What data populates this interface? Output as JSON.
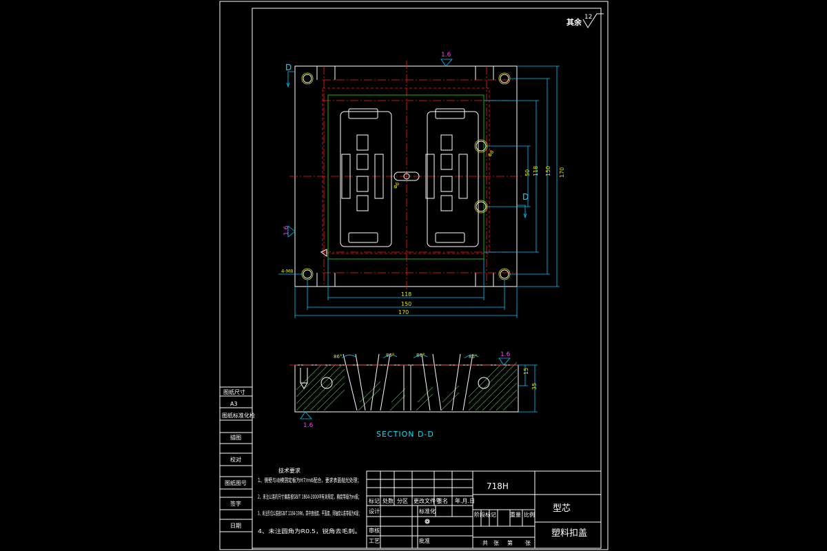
{
  "title_block": {
    "material": "718H",
    "part_name": "型芯",
    "product_name": "塑料扣盖",
    "left_column_labels": [
      "图纸尺寸",
      "A3",
      "图纸标准化检",
      "描图",
      "校对",
      "图纸图号",
      "签字",
      "日期"
    ],
    "row_labels": [
      "标记",
      "处数",
      "分区",
      "更改文件号",
      "签名",
      "年.月.日"
    ],
    "design_labels": [
      "设计",
      "标准化",
      "阶段标记",
      "重量",
      "比例"
    ],
    "review_labels": [
      "审核",
      "工艺",
      "批准"
    ],
    "sheet_labels": [
      "共",
      "张",
      "第",
      "张"
    ]
  },
  "surface_finish": {
    "label": "其余",
    "value": "12"
  },
  "technical_requirements": {
    "heading": "技术要求",
    "items": [
      "1、侧壁与动模固定板为H7/m6配合，要求表面抛光处理；",
      "2、未注公差的尺寸偏差按GB/T 1804-2000中有关规定，精度等级为m级；",
      "3、未注形位公差按GB/T 1184-1996，其中直线度、平面度、同轴度公差等级为K级；",
      "4、未注圆角为R0.5，锐角去毛刺。"
    ]
  },
  "plan_view": {
    "dimensions": {
      "width_inner": "118",
      "width_mid": "150",
      "width_outer": "170",
      "height_50": "50",
      "height_118": "118",
      "height_150": "150",
      "height_170": "170",
      "hole_note": "4-M8",
      "hole_dia": "Φ8",
      "hole_dia2": "Φ6"
    },
    "section_marks": [
      "D",
      "D"
    ],
    "roughness": [
      "1.6",
      "1.6"
    ]
  },
  "section_view": {
    "caption": "SECTION D-D",
    "angles": [
      "86°",
      "86°",
      "86°",
      "86°"
    ],
    "roughness": [
      "1.6",
      "1.6"
    ],
    "dimensions": {
      "height_total": "35",
      "height_upper": "15"
    }
  }
}
